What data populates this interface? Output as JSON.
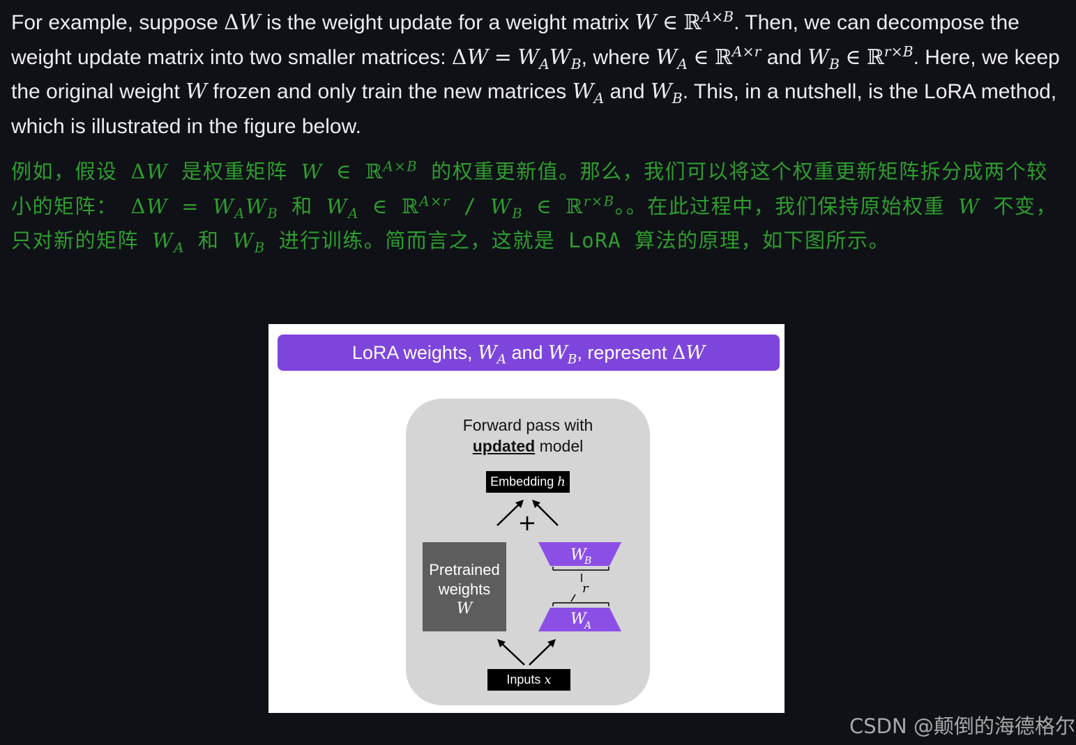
{
  "paragraph_en": {
    "t1": "For example, suppose ",
    "t2": " is the weight update for a weight matrix ",
    "t3": ". Then, we can decompose the weight update matrix into two smaller matrices: ",
    "t4": ", where ",
    "t5": " and ",
    "t6": ". Here, we keep the original weight ",
    "t7": " frozen and only train the new matrices ",
    "t8": " and ",
    "t9": ". This, in a nutshell, is the LoRA method, which is illustrated in the figure below."
  },
  "paragraph_cn": {
    "c1": "例如，假设 ",
    "c2": " 是权重矩阵 ",
    "c3": " 的权重更新值。那么，我们可以将这个权重更新矩阵拆分成两个较小的矩阵： ",
    "c4": " 和 ",
    "c5": " / ",
    "c6": "。。在此过程中，我们保持原始权重 ",
    "c7": " 不变，只对新的矩阵 ",
    "c8": " 和 ",
    "c9": " 进行训练。简而言之，这就是 LoRA 算法的原理，如下图所示。"
  },
  "math": {
    "delta": "Δ",
    "W": "W",
    "in": "∈",
    "R": "ℝ",
    "eq": "=",
    "AxB": "A×B",
    "Axr": "A×r",
    "rxB": "r×B",
    "A": "A",
    "B": "B",
    "r": "r",
    "h": "h",
    "x": "x",
    "plus": "+"
  },
  "figure": {
    "banner_1": "LoRA weights, ",
    "banner_2": " and ",
    "banner_3": ", represent ",
    "title_line1": "Forward pass with",
    "title_bold": "updated",
    "title_rest": " model",
    "embedding_label": "Embedding ",
    "pretrained_line1": "Pretrained",
    "pretrained_line2": "weights",
    "inputs_label": "Inputs ",
    "colors": {
      "banner": "#7e45dc",
      "trapezoid": "#8c4fe6",
      "panel": "#d5d5d5",
      "pretrained": "#5d5d5d"
    }
  },
  "watermark": "CSDN @颠倒的海德格尔"
}
